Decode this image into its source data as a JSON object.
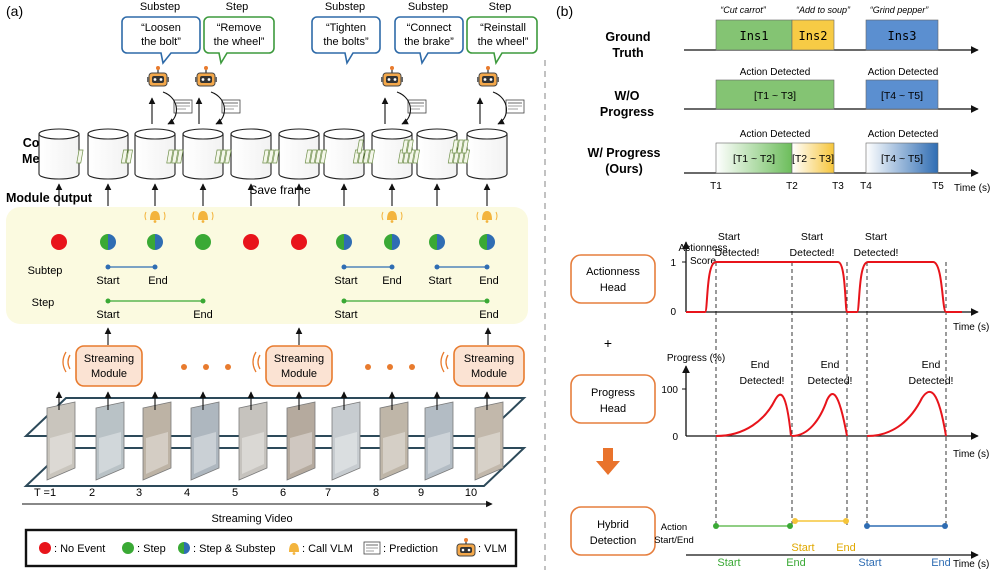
{
  "panel_a": {
    "label": "(a)",
    "bubbles": [
      {
        "head": "Substep",
        "text1": "“Loosen",
        "text2": "the bolt”",
        "color": "#2e6aa8"
      },
      {
        "head": "Step",
        "text1": "“Remove",
        "text2": "the wheel”",
        "color": "#3d9a3d"
      },
      {
        "head": "Substep",
        "text1": "“Tighten",
        "text2": "the bolts”",
        "color": "#2e6aa8"
      },
      {
        "head": "Substep",
        "text1": "“Connect",
        "text2": "the  brake”",
        "color": "#2e6aa8"
      },
      {
        "head": "Step",
        "text1": "“Reinstall",
        "text2": "the wheel”",
        "color": "#3d9a3d"
      }
    ],
    "context_memory_1": "Context",
    "context_memory_2": "Memory",
    "save_frame": "Save frame",
    "module_output": "Module output",
    "subtep_label": "Subtep",
    "step_label": "Step",
    "start": "Start",
    "end": "End",
    "streaming_module_1": "Streaming",
    "streaming_module_2": "Module",
    "frame_numbers": [
      "T =1",
      "2",
      "3",
      "4",
      "5",
      "6",
      "7",
      "8",
      "9",
      "10"
    ],
    "streaming_video": "Streaming Video",
    "legend": {
      "no_event": ": No Event",
      "step": ": Step",
      "step_substep": ": Step & Substep",
      "call_vlm": ": Call VLM",
      "prediction": ": Prediction",
      "vlm": ": VLM"
    },
    "colors": {
      "red": "#e8141b",
      "green": "#3aa935",
      "blue": "#2f6db3",
      "orange": "#e87b2e",
      "panel": "#fbfae0"
    }
  },
  "panel_b": {
    "label": "(b)",
    "rows": [
      {
        "label1": "Ground",
        "label2": "Truth"
      },
      {
        "label1": "W/O",
        "label2": "Progress"
      },
      {
        "label1": "W/ Progress",
        "label2": "(Ours)"
      }
    ],
    "quotes": [
      "“Cut carrot”",
      "“Add to soup”",
      "“Grind pepper”"
    ],
    "ins": [
      "Ins1",
      "Ins2",
      "Ins3"
    ],
    "action_detected": "Action Detected",
    "wo_boxes": [
      "[T1 ~ T3]",
      "[T4 ~ T5]"
    ],
    "w_boxes": [
      "[T1 ~ T2]",
      "[T2 ~ T3]",
      "[T4 ~ T5]"
    ],
    "t_ticks": [
      "T1",
      "T2",
      "T3",
      "T4",
      "T5"
    ],
    "time_s": "Time (s)",
    "actionness_score_1": "Actionness",
    "actionness_score_2": "Score",
    "y_one": "1",
    "y_zero": "0",
    "start_detected_1": "Start",
    "start_detected_2": "Detected!",
    "end_detected_1": "End",
    "end_detected_2": "Detected!",
    "actionness_head_1": "Actionness",
    "actionness_head_2": "Head",
    "plus": "+",
    "progress_label": "Progress (%)",
    "y_hundred": "100",
    "progress_head_1": "Progress",
    "progress_head_2": "Head",
    "hybrid_1": "Hybrid",
    "hybrid_2": "Detection",
    "action_startend_1": "Action",
    "action_startend_2": "Start/End",
    "start": "Start",
    "end": "End",
    "colors": {
      "ins1": "#84c473",
      "ins2": "#f7cb45",
      "ins3": "#5b8fd0",
      "curve": "#e8141b",
      "arrow": "#e9732c",
      "box": "#e67e3d"
    }
  }
}
